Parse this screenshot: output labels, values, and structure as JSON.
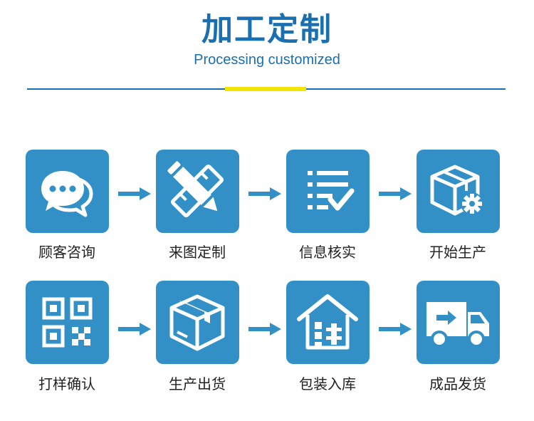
{
  "header": {
    "title": "加工定制",
    "subtitle": "Processing customized"
  },
  "steps": [
    {
      "label": "顾客咨询",
      "icon": "chat-bubbles-icon"
    },
    {
      "label": "来图定制",
      "icon": "pencil-ruler-icon"
    },
    {
      "label": "信息核实",
      "icon": "checklist-icon"
    },
    {
      "label": "开始生产",
      "icon": "box-gear-icon"
    },
    {
      "label": "打样确认",
      "icon": "qr-code-icon"
    },
    {
      "label": "生产出货",
      "icon": "package-icon"
    },
    {
      "label": "包装入库",
      "icon": "warehouse-icon"
    },
    {
      "label": "成品发货",
      "icon": "delivery-truck-icon"
    }
  ],
  "colors": {
    "brand": "#1a6fb0",
    "tile": "#3290c6",
    "accent": "#f2e500"
  }
}
